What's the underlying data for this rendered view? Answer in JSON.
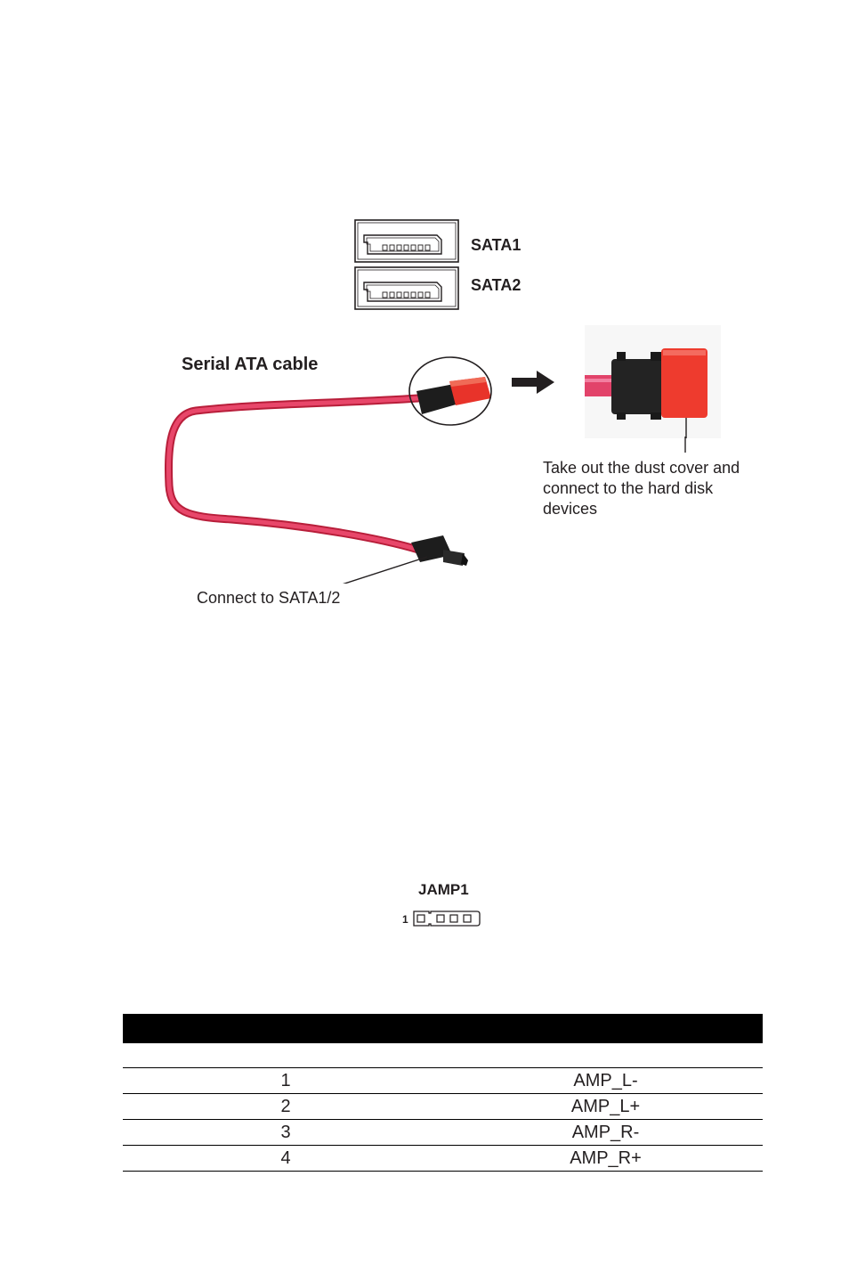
{
  "sata_connectors": {
    "sata1_label": "SATA1",
    "sata2_label": "SATA2"
  },
  "cable_figure": {
    "title": "Serial ATA cable",
    "dust_cover_caption": [
      "Take out the dust cover and",
      "connect to the hard disk",
      "devices"
    ],
    "connect_caption": "Connect to SATA1/2",
    "cable_color": "#e0304f",
    "connector_tip_color": "#e8332a"
  },
  "jamp_header": {
    "title": "JAMP1",
    "pin_one_marker": "1"
  },
  "pin_table": {
    "headers": [
      "",
      ""
    ],
    "rows": [
      {
        "pin": "1",
        "signal": "AMP_L-"
      },
      {
        "pin": "2",
        "signal": "AMP_L+"
      },
      {
        "pin": "3",
        "signal": "AMP_R-"
      },
      {
        "pin": "4",
        "signal": "AMP_R+"
      }
    ]
  }
}
